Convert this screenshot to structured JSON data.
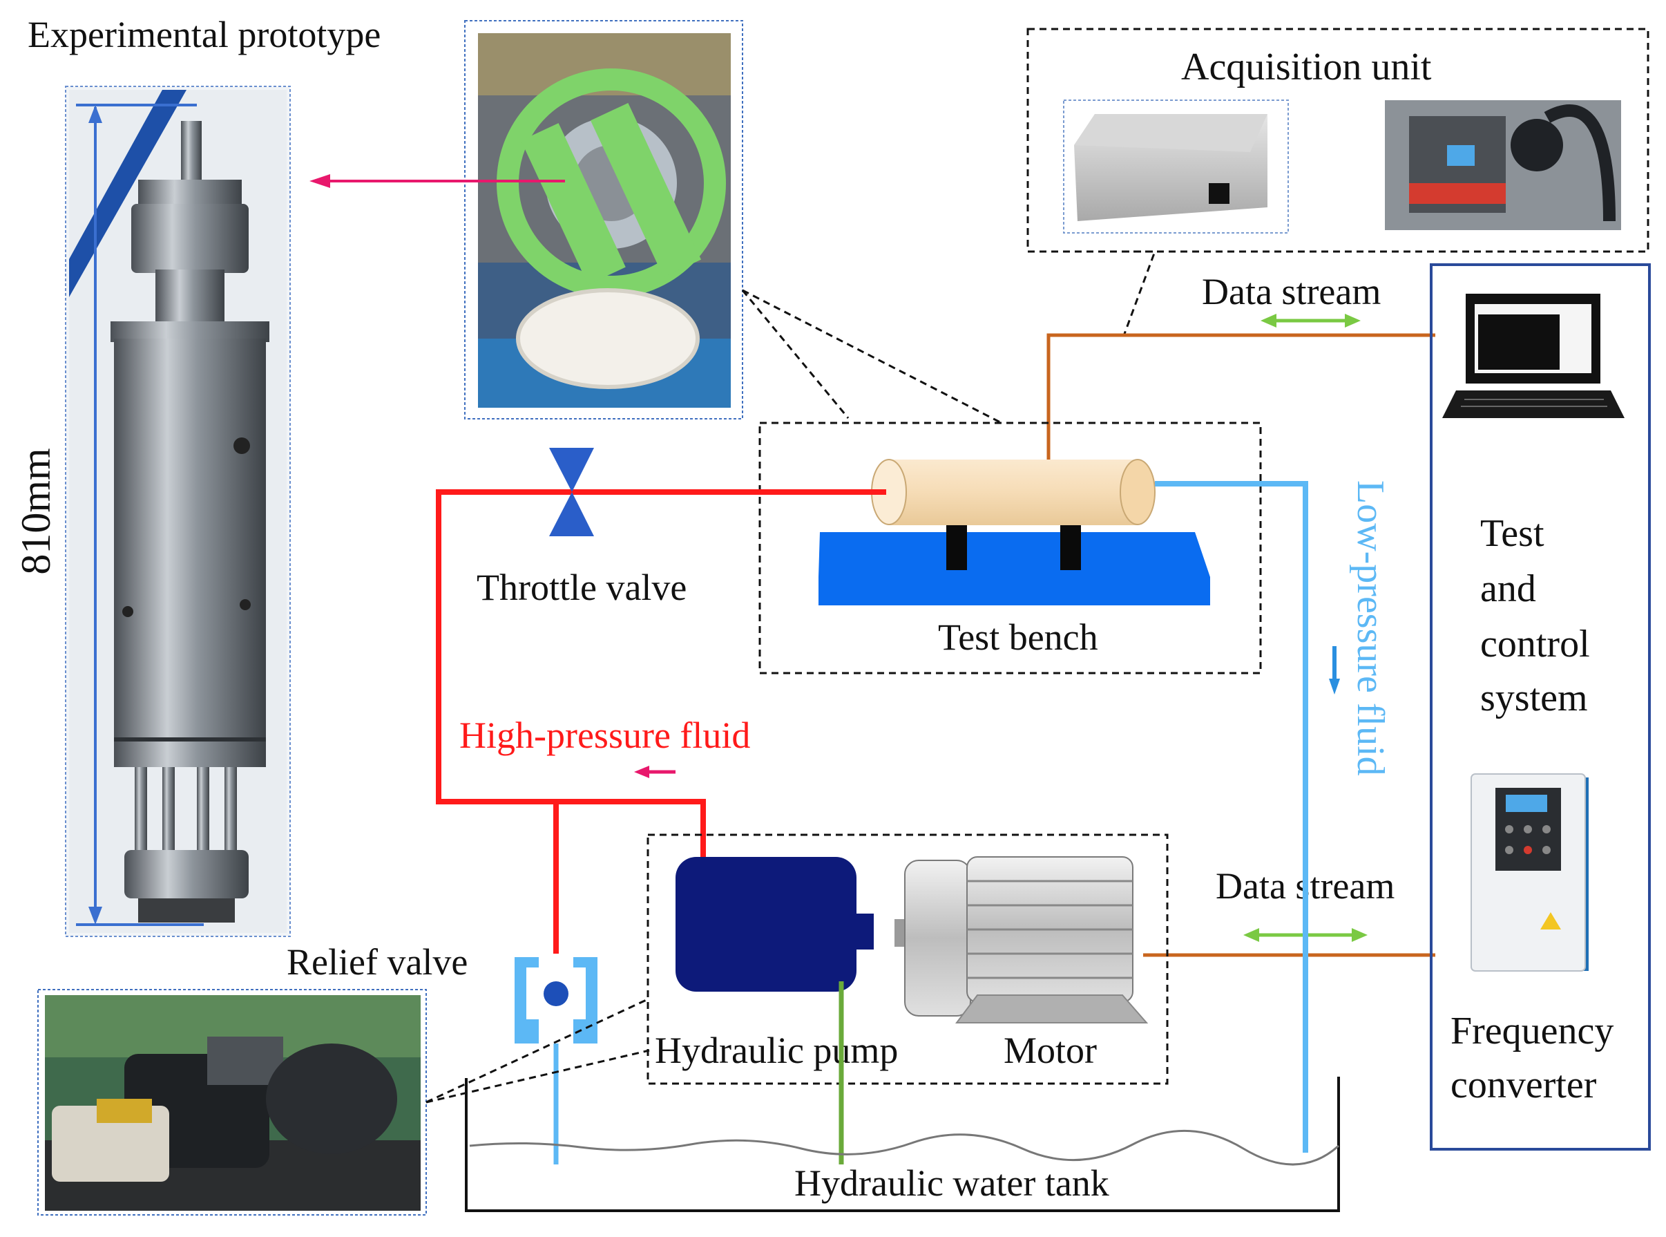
{
  "labels": {
    "experimental_prototype": "Experimental prototype",
    "length": "810mm",
    "acquisition_unit": "Acquisition unit",
    "data_stream_top": "Data stream",
    "data_stream_bottom": "Data stream",
    "throttle_valve": "Throttle valve",
    "test_bench": "Test bench",
    "high_pressure_fluid": "High-pressure fluid",
    "low_pressure_fluid": "Low-pressure fluid",
    "test_control_line1": "Test",
    "test_control_line2": "and",
    "test_control_line3": "control",
    "test_control_line4": "system",
    "relief_valve": "Relief valve",
    "hydraulic_pump": "Hydraulic pump",
    "motor": "Motor",
    "frequency_converter_line1": "Frequency",
    "frequency_converter_line2": "converter",
    "hydraulic_water_tank": "Hydraulic water tank"
  },
  "colors": {
    "high_pressure": "#ff1a1a",
    "low_pressure": "#5cb8f5",
    "data_line": "#c8651e",
    "data_arrow": "#7ac943",
    "bench": "#0a6cf0",
    "pump": "#0d1a7a",
    "return_pipe": "#6aaa3a",
    "arrow_pink": "#e8186c",
    "dimension": "#3a6fd0"
  }
}
